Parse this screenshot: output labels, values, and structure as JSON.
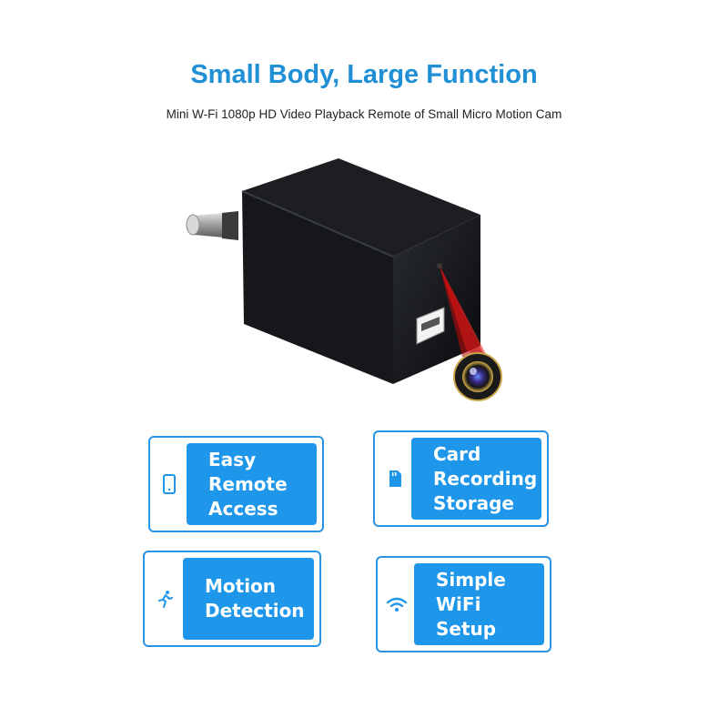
{
  "headline": "Small Body, Large Function",
  "subheadline": "Mini W-Fi 1080p HD Video Playback Remote of Small Micro Motion Cam",
  "features": [
    {
      "label": "Easy\nRemote\nAccess",
      "icon": "smartphone-icon"
    },
    {
      "label": "Card\nRecording\nStorage",
      "icon": "sd-card-icon"
    },
    {
      "label": "Motion\nDetection",
      "icon": "running-person-icon"
    },
    {
      "label": "Simple\nWiFi\nSetup",
      "icon": "wifi-icon"
    }
  ],
  "colors": {
    "accent": "#1e96ea",
    "headline": "#1f8fd6",
    "product_body": "#0f1114"
  }
}
